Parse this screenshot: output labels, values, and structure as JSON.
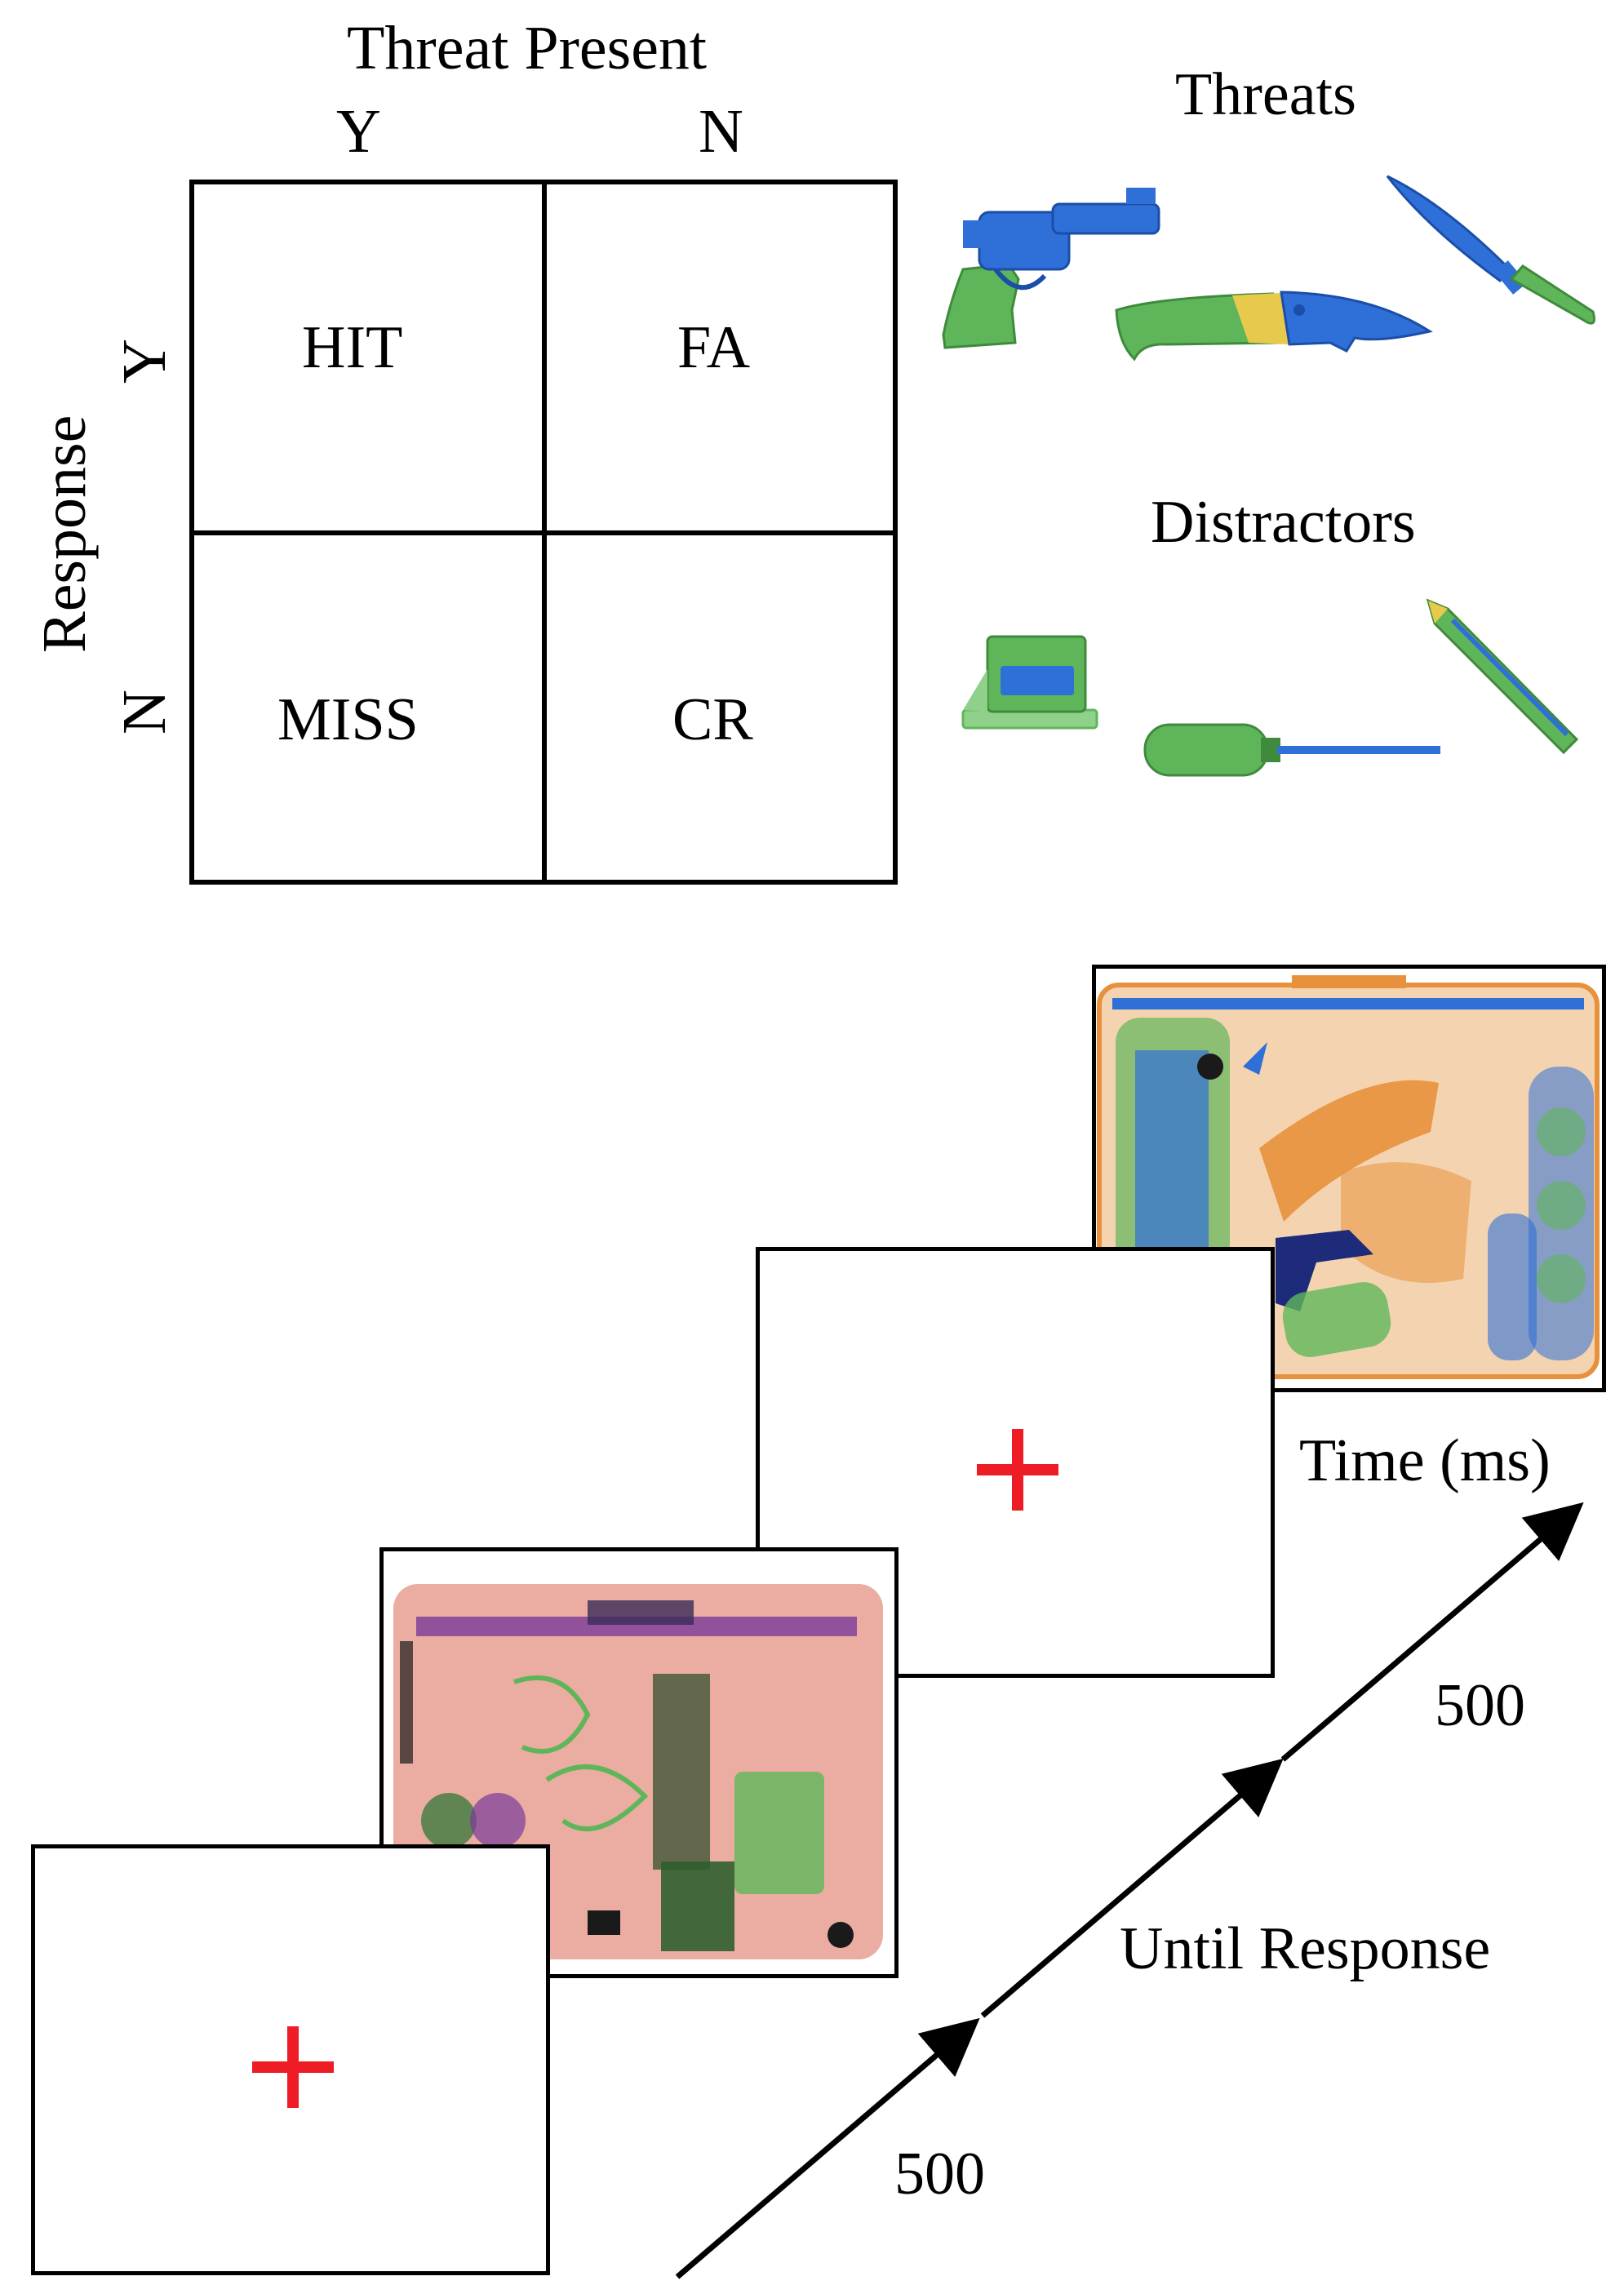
{
  "matrix": {
    "column_header": "Threat Present",
    "column_yes": "Y",
    "column_no": "N",
    "row_header": "Response",
    "row_yes": "Y",
    "row_no": "N",
    "cells": {
      "hit": "HIT",
      "fa": "FA",
      "miss": "MISS",
      "cr": "CR"
    }
  },
  "stimuli": {
    "threats_label": "Threats",
    "distractors_label": "Distractors",
    "threat_icons": [
      "revolver-icon",
      "hunting-knife-icon",
      "combat-knife-icon"
    ],
    "distractor_icons": [
      "stapler-icon",
      "screwdriver-icon",
      "pencil-icon"
    ]
  },
  "timeline": {
    "axis_label": "Time (ms)",
    "durations": [
      "500",
      "Until Response",
      "500"
    ],
    "fixation_color": "#ee1c24"
  },
  "colors": {
    "xray_blue": "#2f6fd8",
    "xray_green": "#5fb65a",
    "xray_orange": "#e8913c",
    "xray_pink": "#e9a497",
    "xray_purple": "#7a3a9a"
  }
}
